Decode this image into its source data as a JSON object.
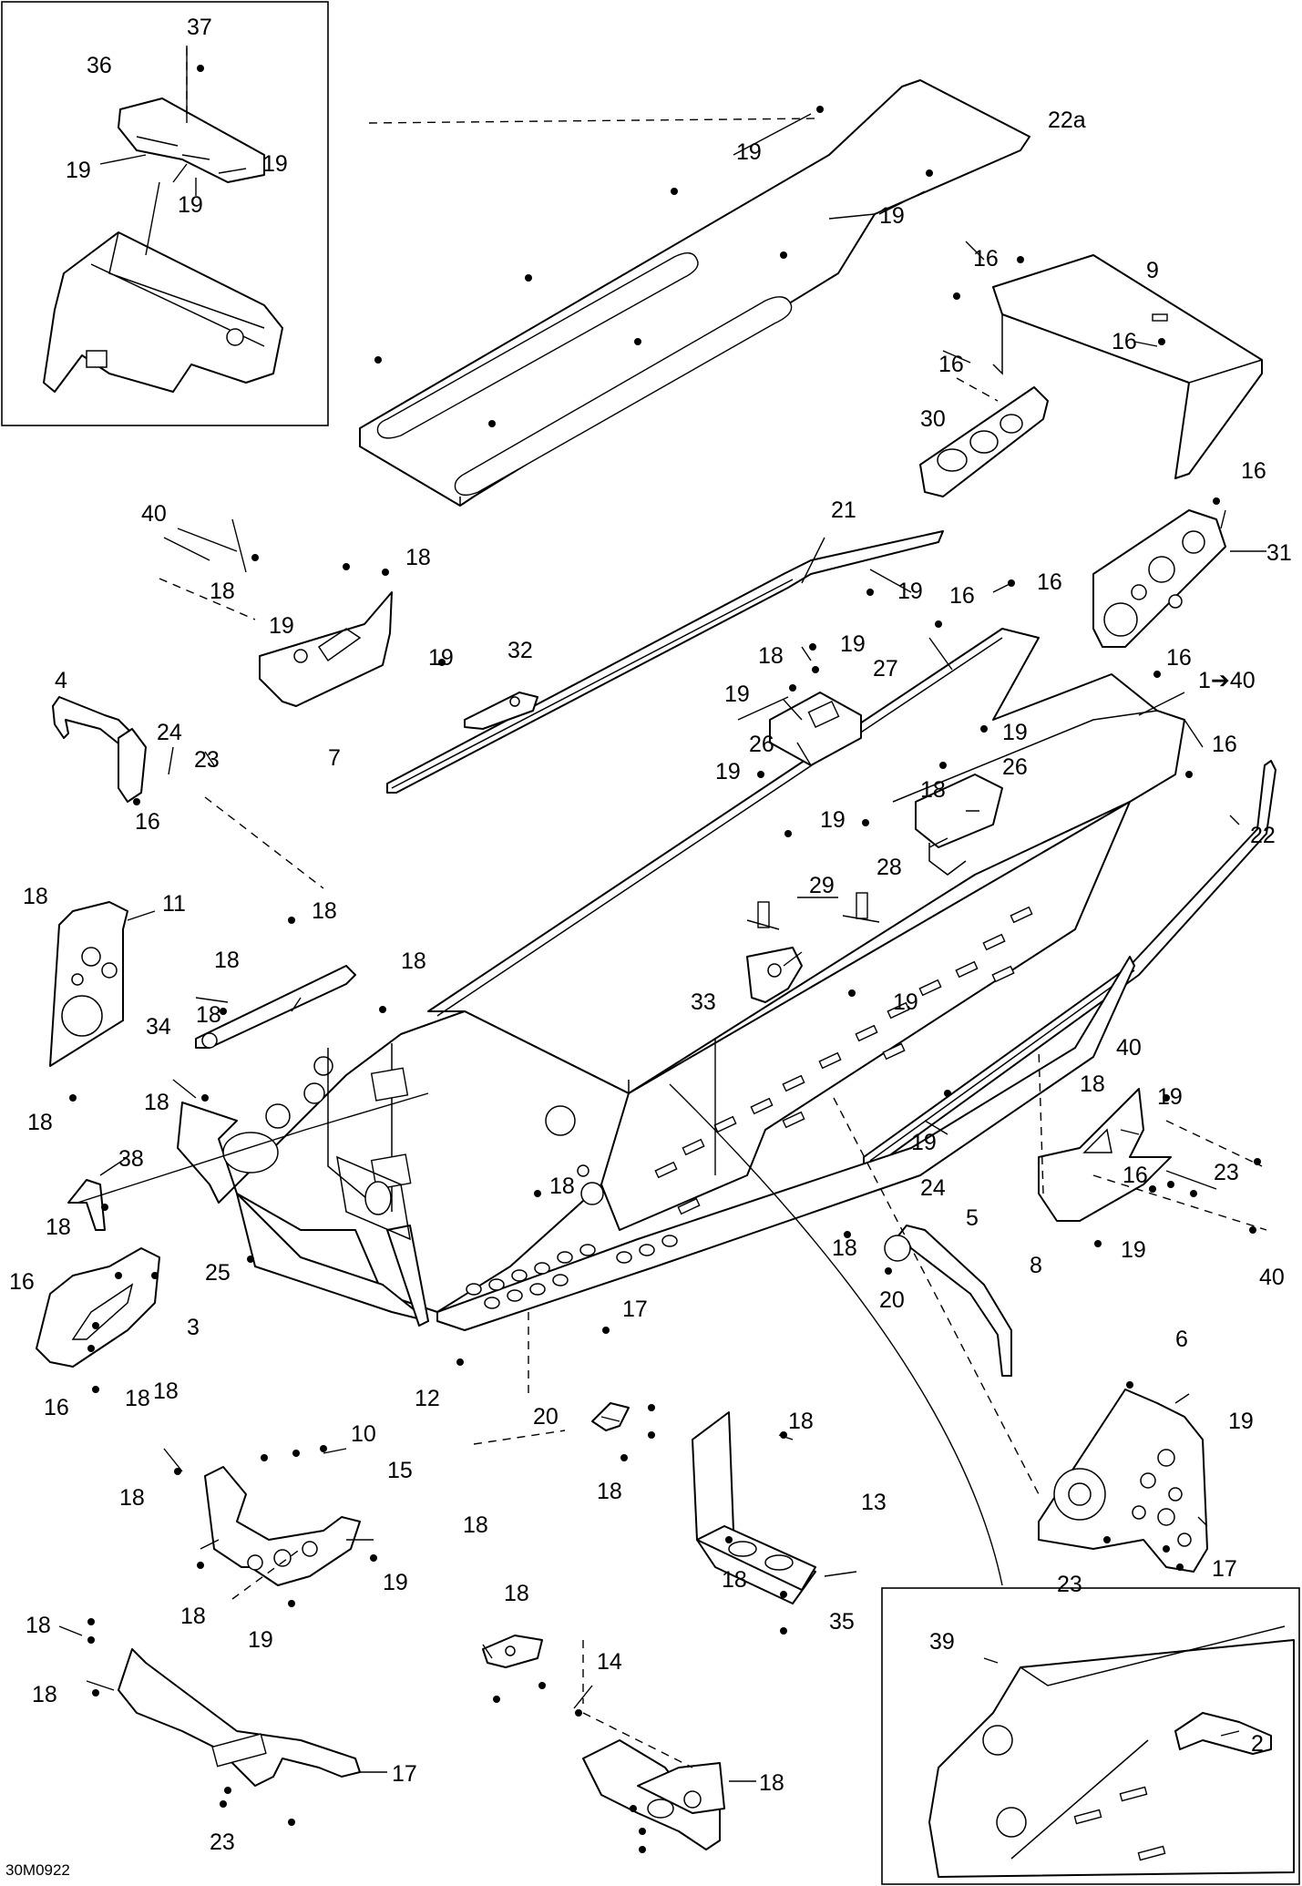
{
  "figure_code": "30M0922",
  "callouts": [
    "37",
    "36",
    "19",
    "19",
    "19",
    "19",
    "19",
    "22a",
    "16",
    "9",
    "16",
    "16",
    "30",
    "16",
    "31",
    "40",
    "21",
    "19",
    "18",
    "18",
    "19",
    "7",
    "19",
    "32",
    "16",
    "16",
    "19",
    "18",
    "27",
    "19",
    "16",
    "1➔40",
    "4",
    "24",
    "23",
    "16",
    "26",
    "19",
    "19",
    "26",
    "18",
    "28",
    "16",
    "22",
    "19",
    "29",
    "18",
    "11",
    "18",
    "18",
    "18",
    "34",
    "33",
    "19",
    "18",
    "18",
    "40",
    "18",
    "18",
    "38",
    "19",
    "19",
    "18",
    "18",
    "23",
    "24",
    "5",
    "16",
    "18",
    "25",
    "8",
    "19",
    "40",
    "16",
    "20",
    "3",
    "17",
    "18",
    "16",
    "18",
    "12",
    "6",
    "19",
    "20",
    "18",
    "10",
    "18",
    "15",
    "18",
    "13",
    "18",
    "18",
    "19",
    "18",
    "18",
    "23",
    "17",
    "35",
    "18",
    "39",
    "19",
    "2",
    "14",
    "17",
    "18",
    "23",
    "18"
  ]
}
